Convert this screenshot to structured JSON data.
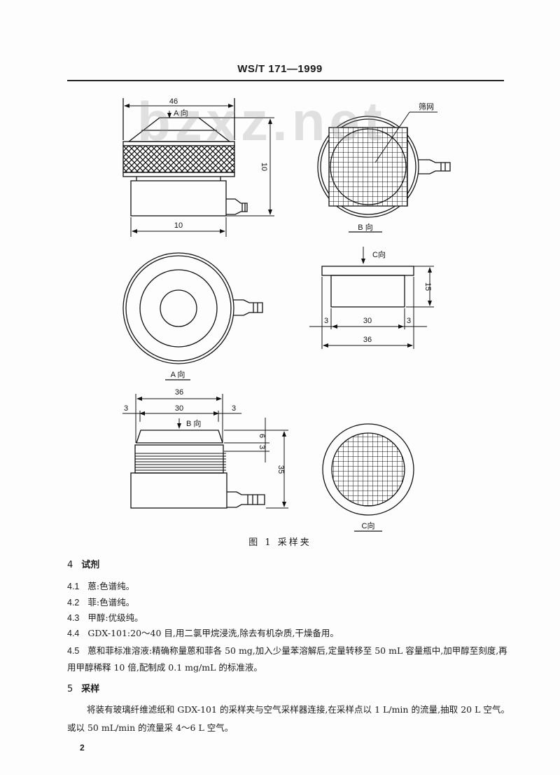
{
  "header": {
    "standard_code": "WS/T  171—1999"
  },
  "watermark": {
    "text": "bzxz.net"
  },
  "figure": {
    "caption": "图 1   采样夹",
    "views": {
      "front_view": {
        "dim_top_width": "46",
        "dim_bottom_width": "10",
        "dim_height": "10",
        "arrow_label": "A 向"
      },
      "view_b": {
        "label": "B 向",
        "callout": "筛网"
      },
      "view_a": {
        "label": "A 向"
      },
      "c_section": {
        "arrow_label": "C向",
        "dim_height": "15",
        "dim_left": "3",
        "dim_middle": "30",
        "dim_right": "3",
        "dim_total": "36"
      },
      "side_view": {
        "arrow_label": "B 向",
        "dim_total": "36",
        "dim_left": "3",
        "dim_middle": "30",
        "dim_right": "3",
        "dim_upper": "6",
        "dim_lower": "3",
        "dim_height": "35"
      },
      "view_c": {
        "label": "C向"
      }
    }
  },
  "sections": [
    {
      "number": "4",
      "title": "试剂",
      "items": [
        {
          "number": "4.1",
          "text": "蒽:色谱纯。"
        },
        {
          "number": "4.2",
          "text": "菲:色谱纯。"
        },
        {
          "number": "4.3",
          "text": "甲醇:优级纯。"
        },
        {
          "number": "4.4",
          "text": "GDX-101:20～40 目,用二氯甲烷浸洗,除去有机杂质,干燥备用。"
        },
        {
          "number": "4.5",
          "text": "蒽和菲标准溶液:精确称量蒽和菲各 50 mg,加入少量苯溶解后,定量转移至 50 mL 容量瓶中,加甲醇至刻度,再用甲醇稀释 10 倍,配制成 0.1 mg/mL 的标准液。"
        }
      ]
    },
    {
      "number": "5",
      "title": "采样",
      "paragraph": "将装有玻璃纤维滤纸和 GDX-101 的采样夹与空气采样器连接,在采样点以 1 L/min 的流量,抽取 20 L 空气。或以 50 mL/min 的流量采 4～6 L 空气。"
    }
  ],
  "footer": {
    "page_number": "2"
  }
}
